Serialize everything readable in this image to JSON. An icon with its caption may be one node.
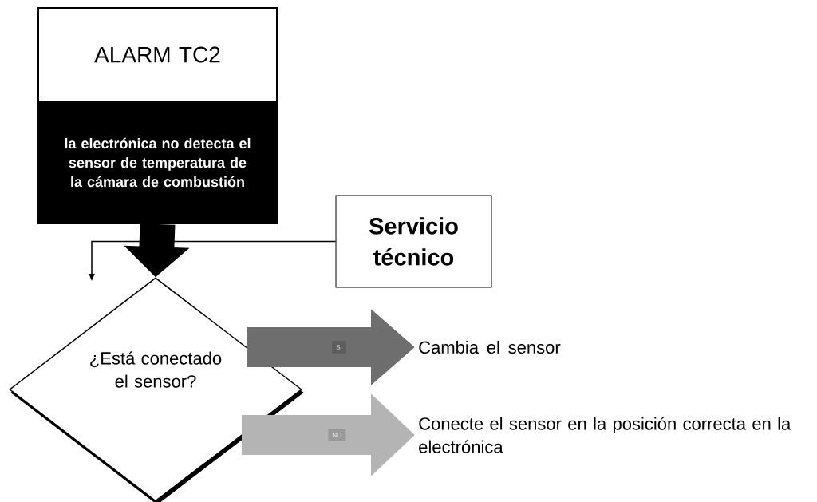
{
  "diagram": {
    "nodes": [
      {
        "text": [
          "ALARM TC2",
          "la electrónica no detecta el sensor de temperatura de la cámara de combustión"
        ]
      },
      {
        "text": [
          "Servicio técnico"
        ]
      },
      {
        "text": [
          "¿Está conectado el sensor?"
        ]
      },
      {
        "text": [
          "Cambia el sensor"
        ]
      },
      {
        "text": [
          "Conecte el sensor en la posición correcta en la electrónica"
        ]
      }
    ],
    "edges": [
      {
        "from": 0,
        "to": 2,
        "arrow": "to"
      },
      {
        "from": 1,
        "to": null,
        "arrow": "to"
      },
      {
        "from": 2,
        "to": 3,
        "arrow": "to",
        "label": "SI",
        "color": "#6e6e6e"
      },
      {
        "from": 2,
        "to": 4,
        "arrow": "to",
        "label": "NO",
        "color": "#b4b4b4"
      }
    ]
  }
}
